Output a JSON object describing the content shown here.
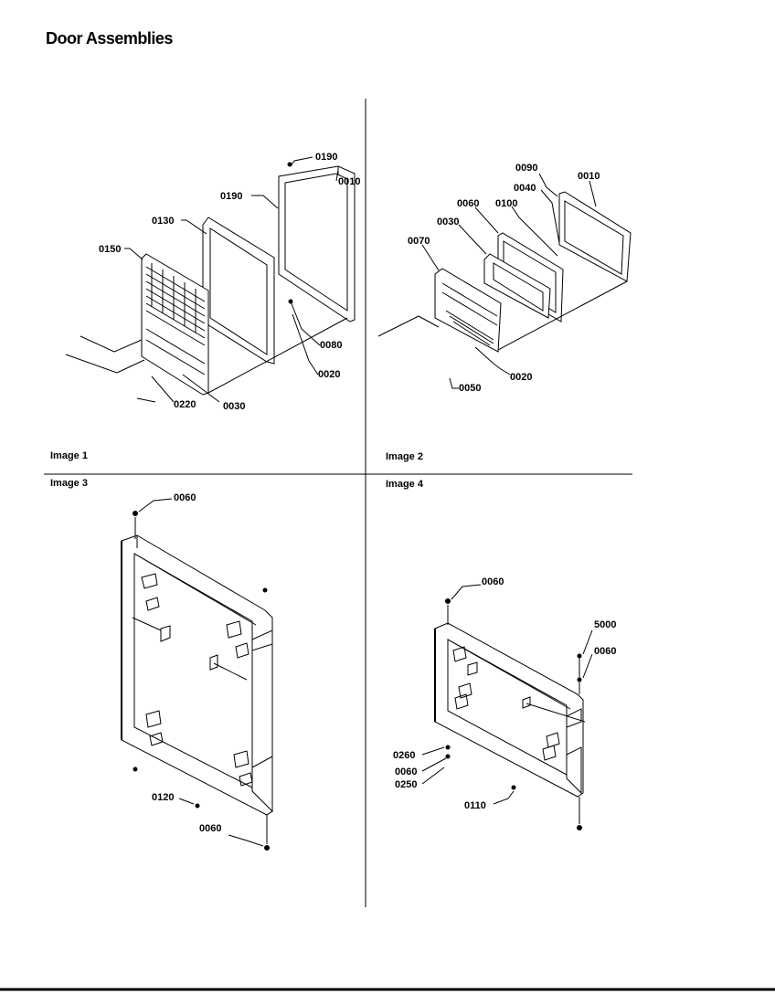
{
  "title": "Door Assemblies",
  "panels": [
    {
      "caption": "Image 1",
      "labels": [
        "0190",
        "0010",
        "0190",
        "0130",
        "0150",
        "0080",
        "0020",
        "0220",
        "0030"
      ]
    },
    {
      "caption": "Image 2",
      "labels": [
        "0090",
        "0010",
        "0040",
        "0060",
        "0100",
        "0030",
        "0070",
        "0020",
        "0050"
      ]
    },
    {
      "caption": "Image 3",
      "labels": [
        "0060",
        "0120",
        "0060"
      ]
    },
    {
      "caption": "Image 4",
      "labels": [
        "0060",
        "5000",
        "0060",
        "0260",
        "0060",
        "0250",
        "0110"
      ]
    }
  ]
}
